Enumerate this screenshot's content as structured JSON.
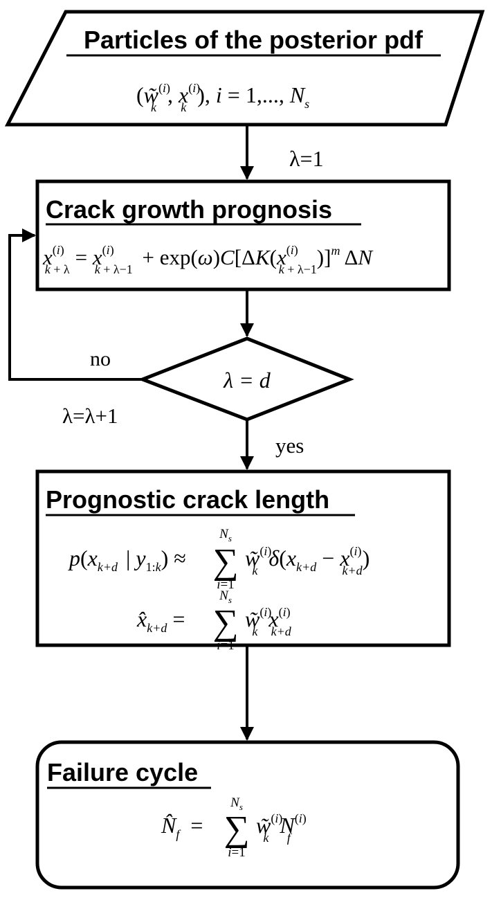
{
  "steps": {
    "particles": {
      "title": "Particles of the posterior pdf",
      "formula": "(w̃_k^(i), x_k^(i)),  i = 1,..., N_s"
    },
    "crack_growth": {
      "title": "Crack growth prognosis",
      "formula": "x_{k+λ}^(i) = x_{k+λ−1}^(i) + exp(ω)C[ΔK(x_{k+λ−1}^(i))]^m ΔN"
    },
    "decision": {
      "condition": "λ = d"
    },
    "prognostic_length": {
      "title": "Prognostic crack length",
      "formula_1": "p(x_{k+d} | y_{1:k}) ≈ Σ_{i=1}^{N_s} w̃_k^(i) δ(x_{k+d} − x_{k+d}^(i))",
      "formula_2": "x̂_{k+d} = Σ_{i=1}^{N_s} w̃_k^(i) x_{k+d}^(i)"
    },
    "failure_cycle": {
      "title": "Failure cycle",
      "formula": "N̂_f = Σ_{i=1}^{N_s} w̃_k^(i) N_f^(i)"
    }
  },
  "edges": {
    "init_label": "λ=1",
    "no_label": "no",
    "increment_label": "λ=λ+1",
    "yes_label": "yes"
  }
}
